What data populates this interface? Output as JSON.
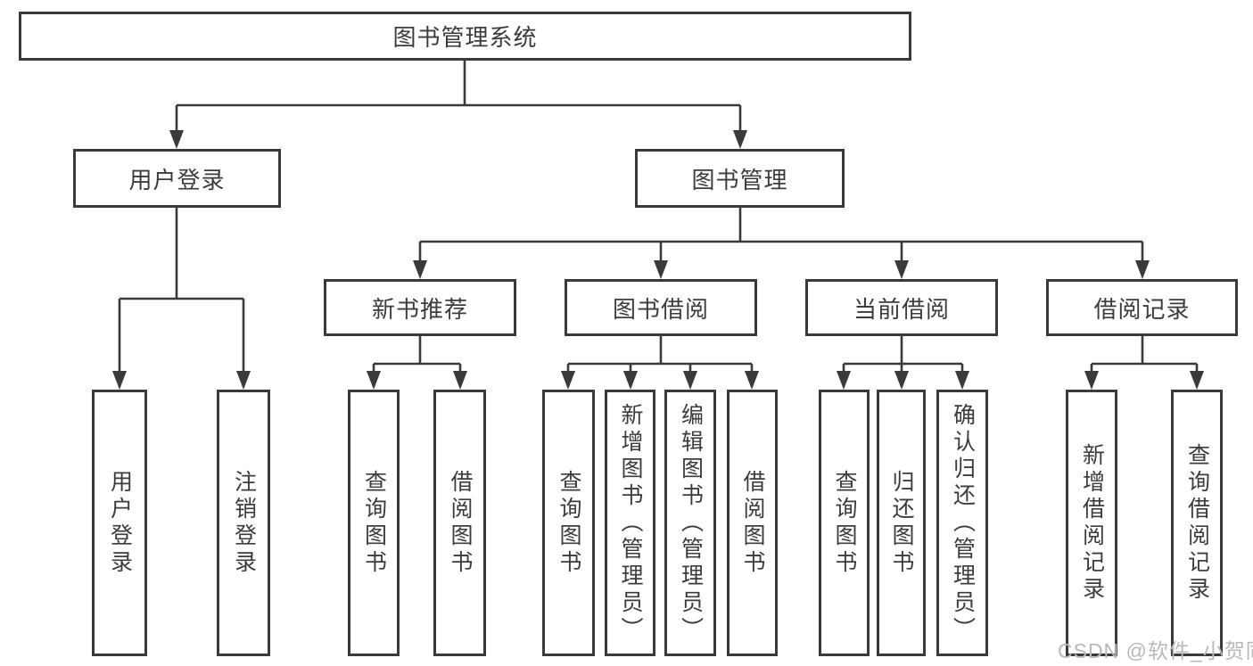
{
  "watermark": "CSDN @软件_小贺同学",
  "tree": {
    "root": "图书管理系统",
    "branches": [
      {
        "label": "用户登录",
        "children": [
          "用户登录",
          "注销登录"
        ]
      },
      {
        "label": "图书管理",
        "children": [
          {
            "label": "新书推荐",
            "children": [
              "查询图书",
              "借阅图书"
            ]
          },
          {
            "label": "图书借阅",
            "children": [
              "查询图书",
              "新增图书（管理员）",
              "编辑图书（管理员）",
              "借阅图书"
            ]
          },
          {
            "label": "当前借阅",
            "children": [
              "查询图书",
              "归还图书",
              "确认归还（管理员）"
            ]
          },
          {
            "label": "借阅记录",
            "children": [
              "新增借阅记录",
              "查询借阅记录"
            ]
          }
        ]
      }
    ]
  },
  "colors": {
    "line": "#3a3a3a",
    "text": "#3c3c3c",
    "watermark": "#b9b9b9",
    "background": "#ffffff"
  }
}
